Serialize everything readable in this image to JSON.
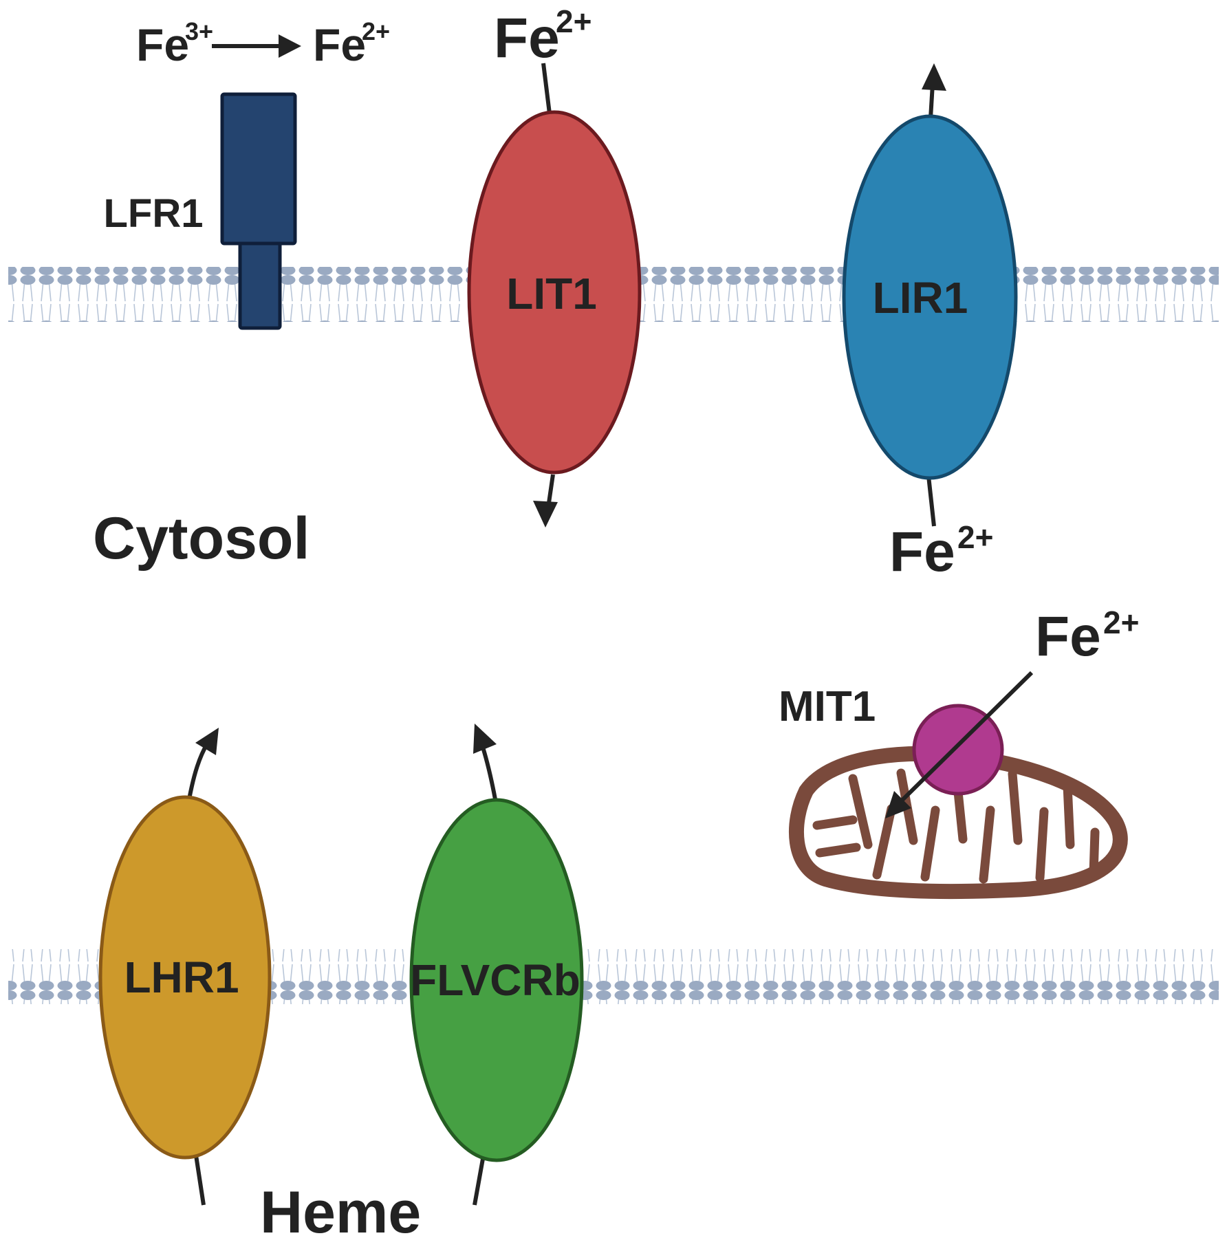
{
  "compartment_label": "Cytosol",
  "iron": {
    "fe3": "Fe",
    "fe3_charge": "3+",
    "fe2": "Fe",
    "fe2_charge": "2+"
  },
  "heme_label": "Heme",
  "proteins": {
    "lfr1": {
      "label": "LFR1",
      "color": "#24446f",
      "stroke": "#0f1f3a"
    },
    "lit1": {
      "label": "LIT1",
      "color": "#c84e4e",
      "stroke": "#6b1a1f"
    },
    "lir1": {
      "label": "LIR1",
      "color": "#2a83b3",
      "stroke": "#14496b"
    },
    "lhr1": {
      "label": "LHR1",
      "color": "#cd992b",
      "stroke": "#8a5a17"
    },
    "flvcrb": {
      "label": "FLVCRb",
      "color": "#46a043",
      "stroke": "#245c22"
    },
    "mit1": {
      "label": "MIT1",
      "color": "#b03a8f",
      "stroke": "#7a1f55"
    }
  },
  "colors": {
    "membrane": "#9aaac2",
    "mitochondrion": "#7a4a3c",
    "arrow": "#222222"
  }
}
